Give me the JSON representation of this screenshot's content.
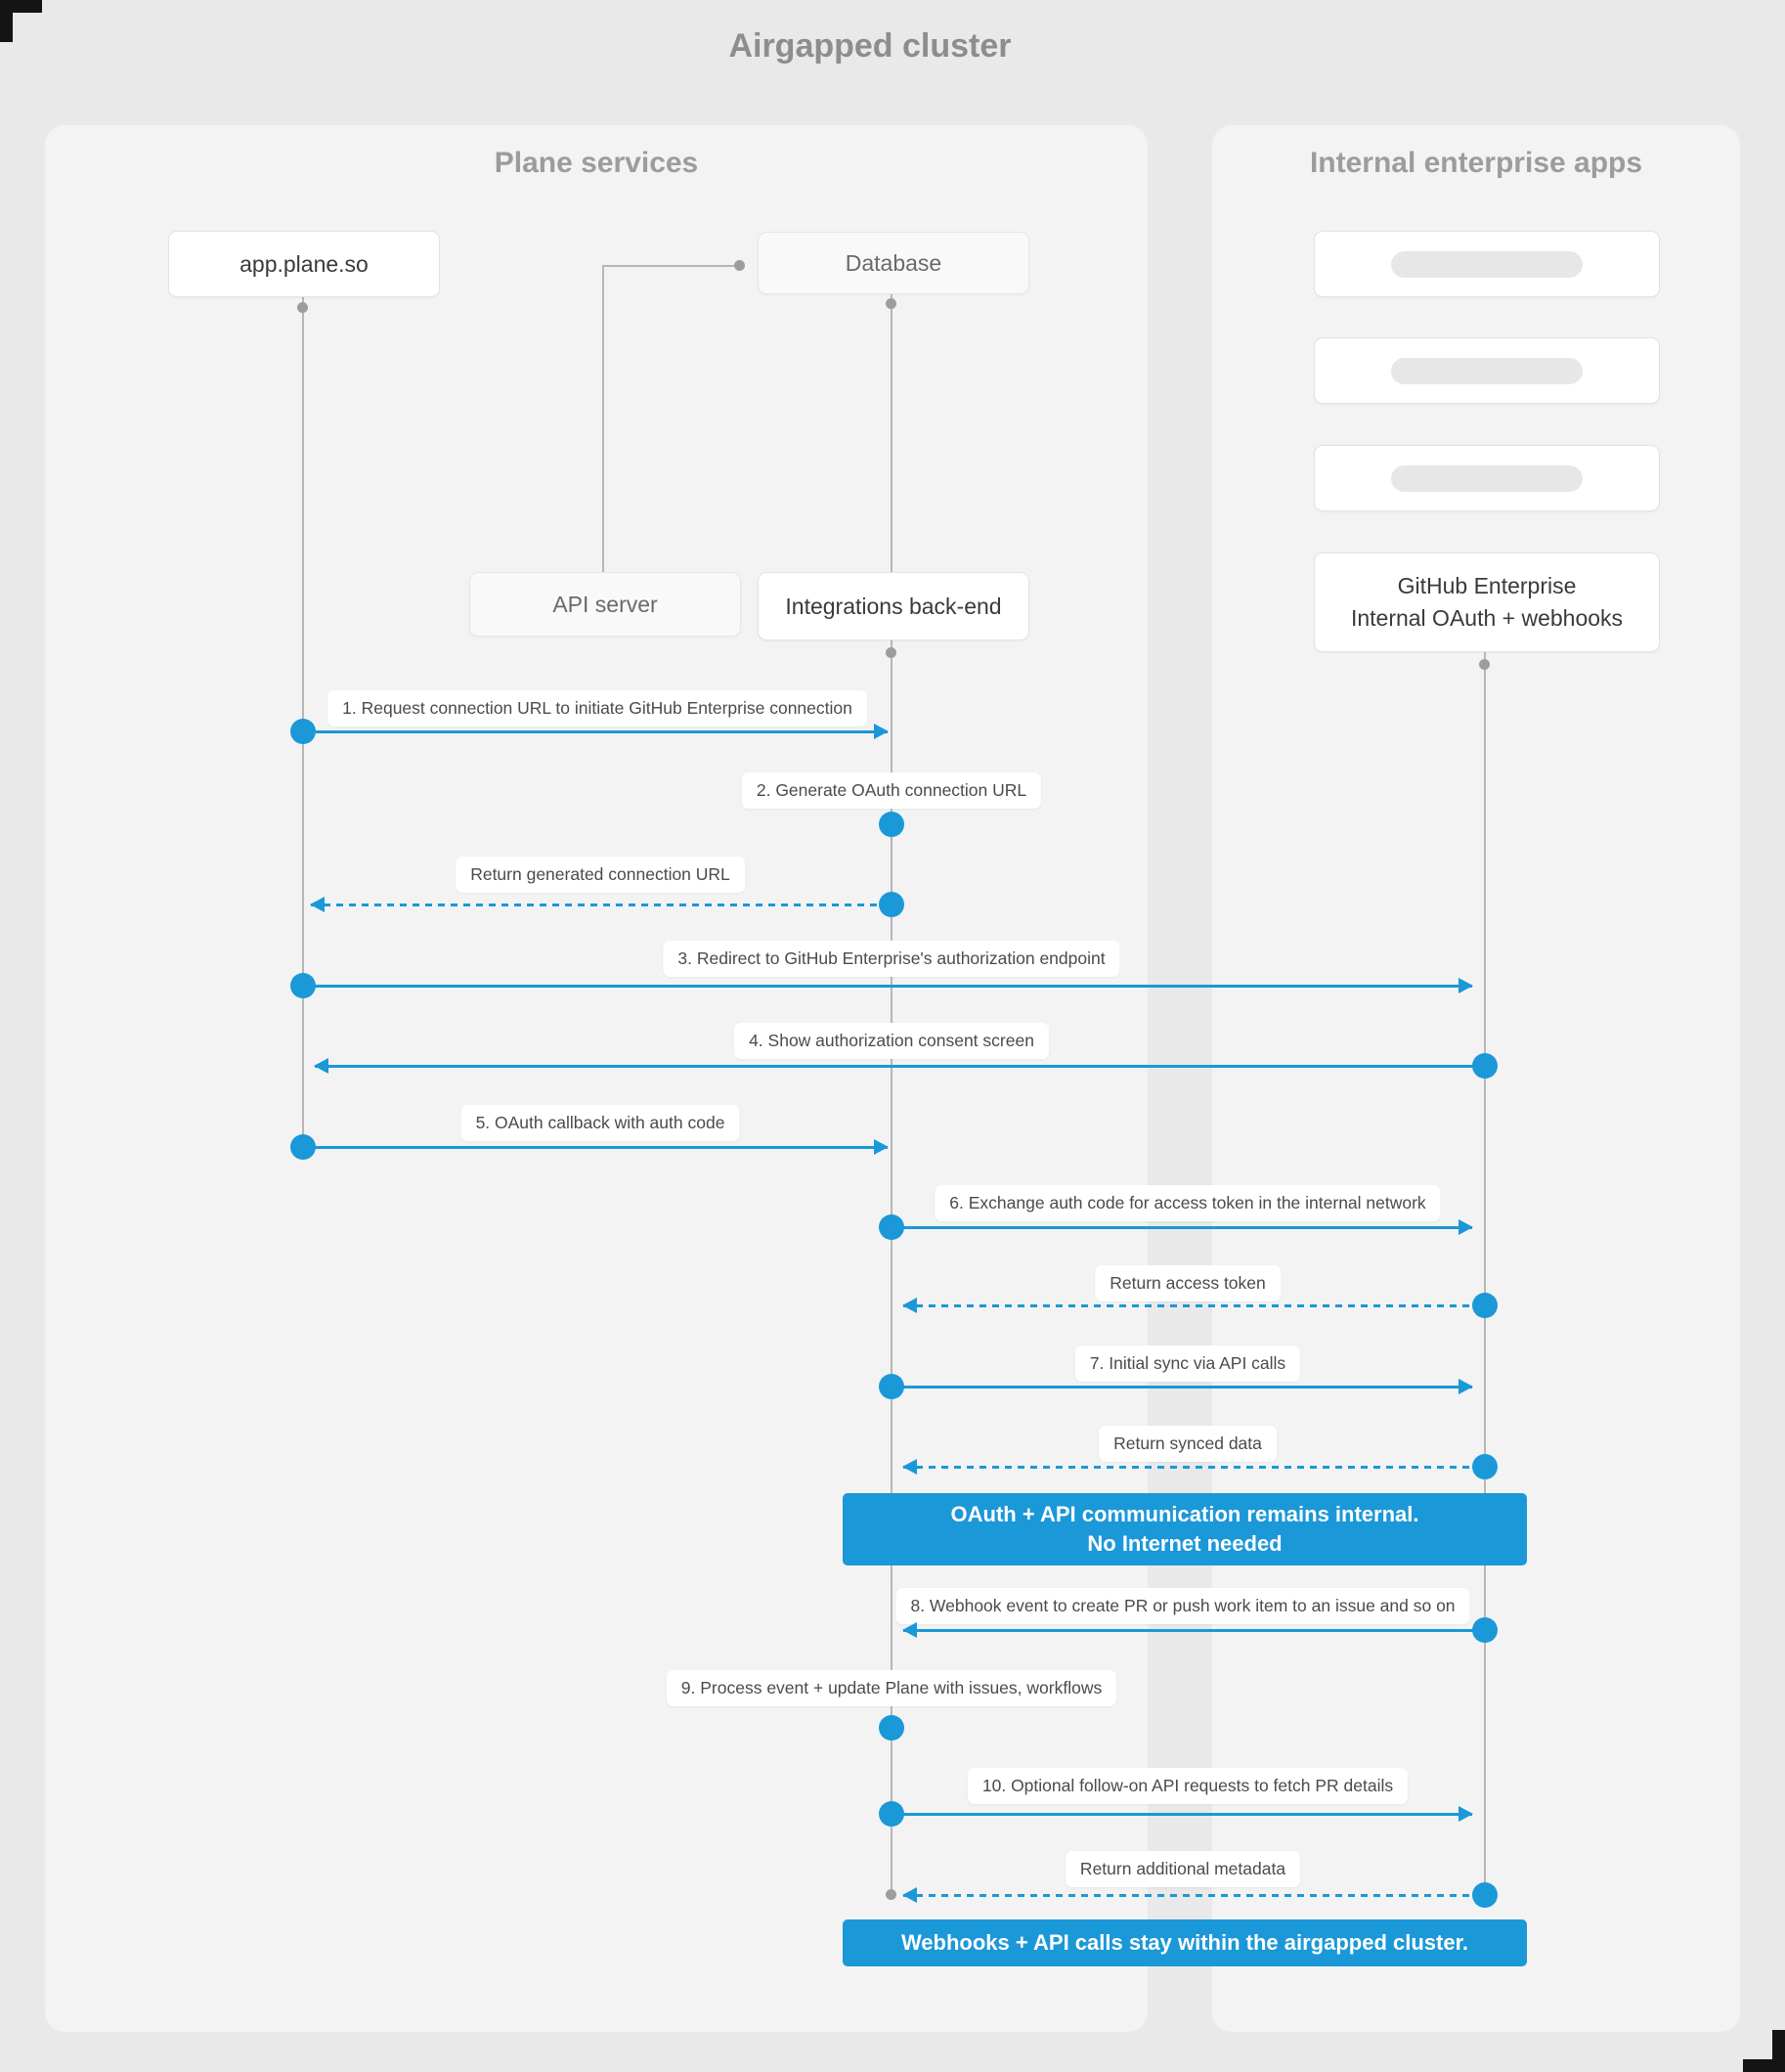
{
  "title": "Airgapped cluster",
  "panels": {
    "plane": {
      "title": "Plane services"
    },
    "internal": {
      "title": "Internal enterprise apps"
    }
  },
  "nodes": {
    "app": {
      "label": "app.plane.so"
    },
    "database": {
      "label": "Database"
    },
    "api_server": {
      "label": "API server"
    },
    "integrations": {
      "label": "Integrations back-end"
    },
    "github": {
      "label_line1": "GitHub Enterprise",
      "label_line2": "Internal OAuth + webhooks"
    }
  },
  "messages": [
    {
      "label": "1. Request connection URL to initiate GitHub Enterprise connection",
      "from": "app.plane.so",
      "to": "Integrations back-end",
      "line": "solid",
      "direction": "right"
    },
    {
      "label": "2. Generate OAuth connection URL",
      "from": "Integrations back-end",
      "to": "Integrations back-end",
      "line": "none",
      "direction": "self"
    },
    {
      "label": "Return generated connection URL",
      "from": "Integrations back-end",
      "to": "app.plane.so",
      "line": "dashed",
      "direction": "left"
    },
    {
      "label": "3. Redirect to GitHub Enterprise's authorization endpoint",
      "from": "app.plane.so",
      "to": "GitHub Enterprise",
      "line": "solid",
      "direction": "right"
    },
    {
      "label": "4. Show authorization consent screen",
      "from": "GitHub Enterprise",
      "to": "app.plane.so",
      "line": "solid",
      "direction": "left"
    },
    {
      "label": "5. OAuth callback with auth code",
      "from": "app.plane.so",
      "to": "Integrations back-end",
      "line": "solid",
      "direction": "right"
    },
    {
      "label": "6. Exchange auth code for access token in the internal network",
      "from": "Integrations back-end",
      "to": "GitHub Enterprise",
      "line": "solid",
      "direction": "right"
    },
    {
      "label": "Return access token",
      "from": "GitHub Enterprise",
      "to": "Integrations back-end",
      "line": "dashed",
      "direction": "left"
    },
    {
      "label": "7. Initial sync via API calls",
      "from": "Integrations back-end",
      "to": "GitHub Enterprise",
      "line": "solid",
      "direction": "right"
    },
    {
      "label": "Return synced data",
      "from": "GitHub Enterprise",
      "to": "Integrations back-end",
      "line": "dashed",
      "direction": "left"
    },
    {
      "label": "8. Webhook event to create PR  or push work item to an issue  and so on",
      "from": "GitHub Enterprise",
      "to": "Integrations back-end",
      "line": "solid",
      "direction": "left"
    },
    {
      "label": "9. Process event + update Plane with issues, workflows",
      "from": "Integrations back-end",
      "to": "Integrations back-end",
      "line": "none",
      "direction": "self"
    },
    {
      "label": "10. Optional follow-on API requests to fetch PR details",
      "from": "Integrations back-end",
      "to": "GitHub Enterprise",
      "line": "solid",
      "direction": "right"
    },
    {
      "label": "Return additional metadata",
      "from": "GitHub Enterprise",
      "to": "Integrations back-end",
      "line": "dashed",
      "direction": "left"
    }
  ],
  "banners": [
    {
      "line1": "OAuth + API communication remains internal.",
      "line2": "No Internet needed"
    },
    {
      "line1": "Webhooks + API calls stay within the airgapped cluster."
    }
  ],
  "colors": {
    "accent_blue": "#1b98d8",
    "lifeline_gray": "#b6b6b6",
    "panel_bg": "#f3f3f3",
    "page_bg": "#e9e9e9"
  }
}
